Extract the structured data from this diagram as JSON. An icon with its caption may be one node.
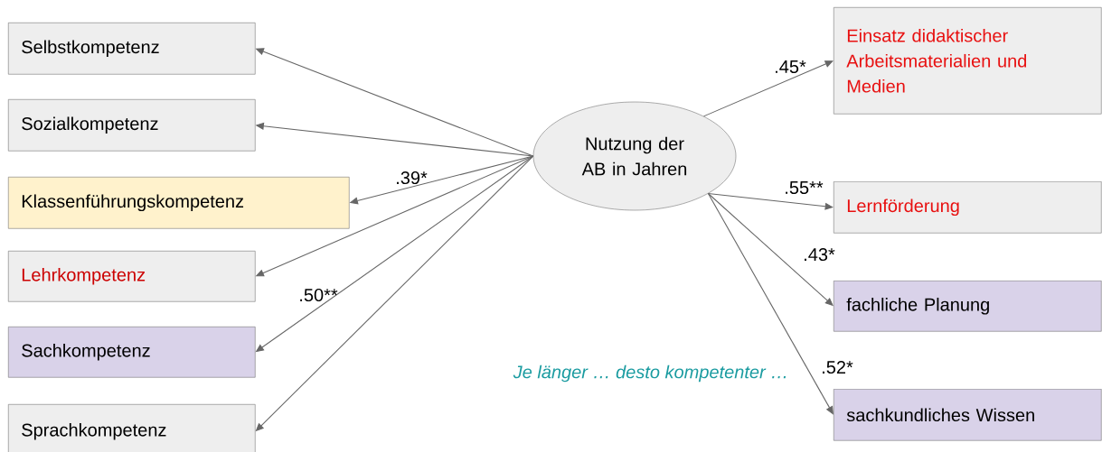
{
  "diagram": {
    "nodes": [
      {
        "text": [
          "Selbstkompetenz"
        ]
      },
      {
        "text": [
          "Sozialkompetenz"
        ]
      },
      {
        "text": [
          "Klassenführungskompetenz"
        ]
      },
      {
        "text": [
          "Lehrkompetenz"
        ]
      },
      {
        "text": [
          "Sachkompetenz"
        ]
      },
      {
        "text": [
          "Sprachkompetenz"
        ]
      },
      {
        "text": [
          "Nutzung der AB in Jahren"
        ]
      },
      {
        "text": [
          "Einsatz didaktischer Arbeitsmaterialien und Medien"
        ]
      },
      {
        "text": [
          "Lernförderung"
        ]
      },
      {
        "text": [
          "fachliche Planung"
        ]
      },
      {
        "text": [
          "sachkundliches Wissen"
        ]
      }
    ],
    "edges": [
      {
        "from": 6,
        "to": 0,
        "arrow": "to"
      },
      {
        "from": 6,
        "to": 1,
        "arrow": "to"
      },
      {
        "from": 6,
        "to": 2,
        "arrow": "to",
        "label": ".39*"
      },
      {
        "from": 6,
        "to": 3,
        "arrow": "to"
      },
      {
        "from": 6,
        "to": 4,
        "arrow": "to",
        "label": ".50**"
      },
      {
        "from": 6,
        "to": 5,
        "arrow": "to"
      },
      {
        "from": 6,
        "to": 7,
        "arrow": "to",
        "label": ".45*"
      },
      {
        "from": 6,
        "to": 8,
        "arrow": "to",
        "label": ".55**"
      },
      {
        "from": 6,
        "to": 9,
        "arrow": "to",
        "label": ".43*"
      },
      {
        "from": 6,
        "to": 10,
        "arrow": "to",
        "label": ".52*"
      }
    ],
    "labels": [
      "Je länger … desto kompetenter …"
    ]
  }
}
